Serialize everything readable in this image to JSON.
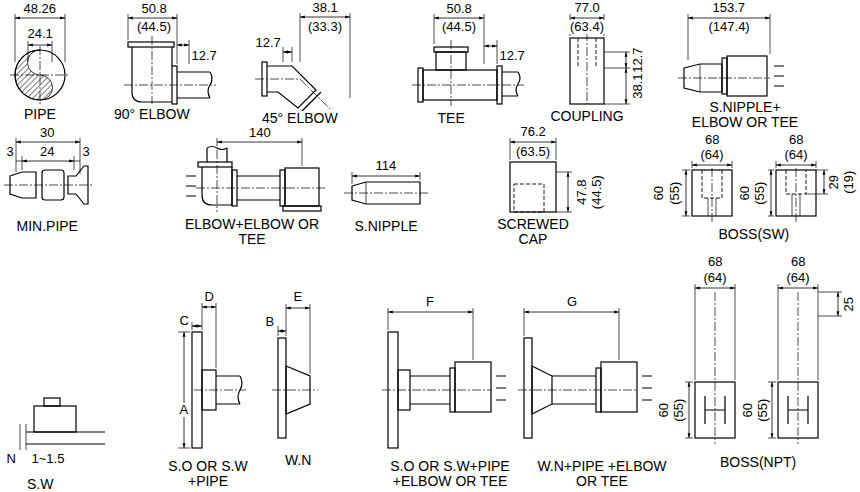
{
  "diagram": {
    "labels": [
      "48.26",
      "24.1",
      "PIPE",
      "50.8",
      "(44.5)",
      "12.7",
      "90° ELBOW",
      "38.1",
      "(33.3)",
      "12.7",
      "45° ELBOW",
      "50.8",
      "(44.5)",
      "12.7",
      "TEE",
      "77.0",
      "(63.4)",
      "12.7",
      "38.1",
      "COUPLING",
      "153.7",
      "(147.4)",
      "S.NIPPLE+ ELBOW OR TEE",
      "30",
      "3",
      "24",
      "3",
      "MIN.PIPE",
      "140",
      "ELBOW+ELBOW OR TEE",
      "114",
      "S.NIPPLE",
      "76.2",
      "(63.5)",
      "47.8",
      "(44.5)",
      "SCREWED CAP",
      "68",
      "(64)",
      "60",
      "(55)",
      "68",
      "(64)",
      "60",
      "(55)",
      "29",
      "(19)",
      "BOSS(SW)",
      "N",
      "1~1.5",
      "S.W",
      "A",
      "C",
      "D",
      "S.O OR S.W +PIPE",
      "B",
      "E",
      "W.N",
      "F",
      "S.O OR S.W+PIPE +ELBOW OR TEE",
      "G",
      "W.N+PIPE +ELBOW OR TEE",
      "68",
      "(64)",
      "60",
      "(55)",
      "68",
      "(64)",
      "60",
      "(55)",
      "25",
      "BOSS(NPT)"
    ]
  }
}
